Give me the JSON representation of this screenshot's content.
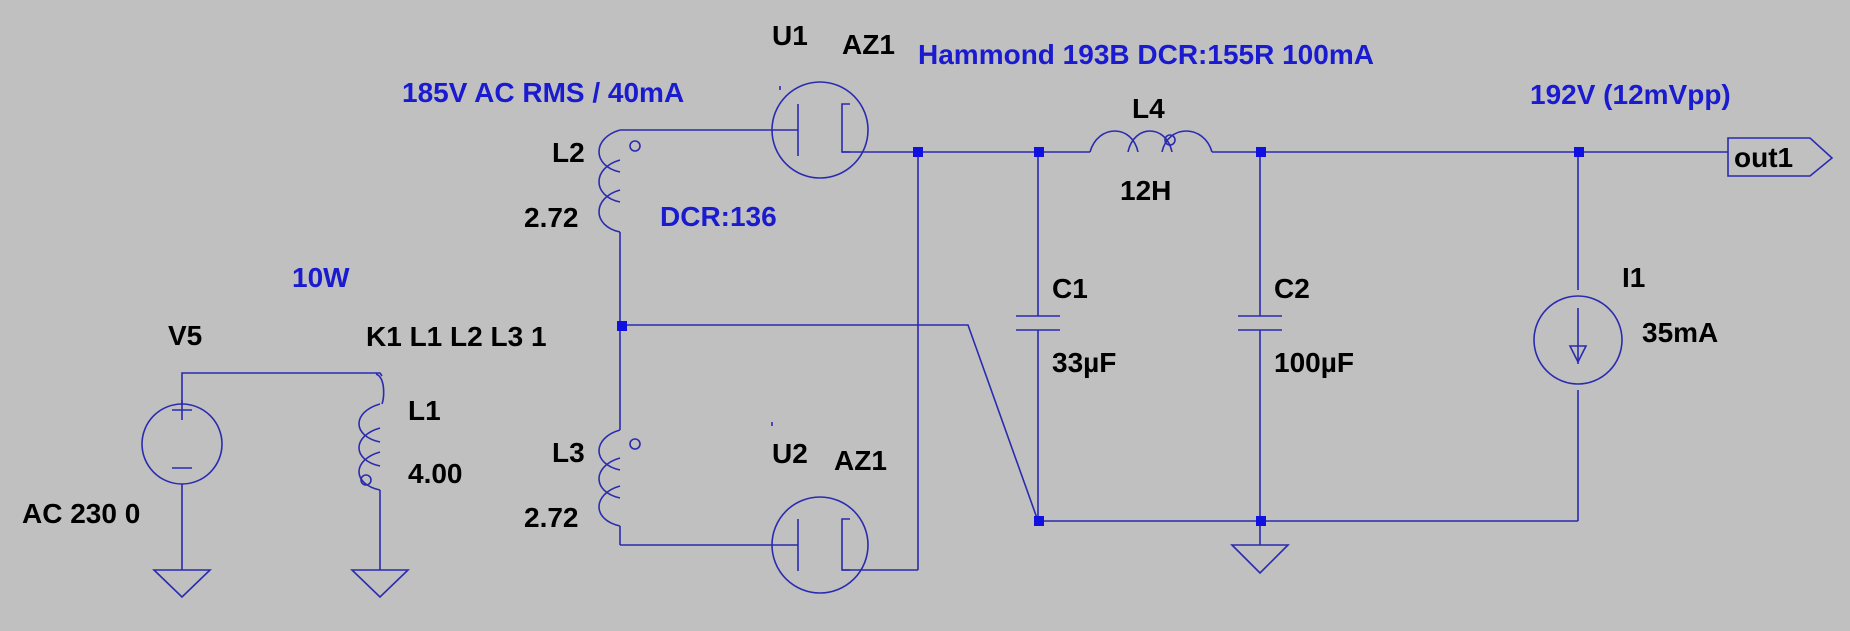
{
  "colors": {
    "background": "#c0c0c0",
    "wire": "#2b2bb0",
    "junction": "#1010e0",
    "annotation": "#1a1ad0",
    "label": "#000000"
  },
  "components": {
    "v5": {
      "name": "V5",
      "value": "AC 230 0",
      "icon": "ac-voltage-source-icon"
    },
    "l1": {
      "name": "L1",
      "value": "4.00",
      "icon": "inductor-icon"
    },
    "l2": {
      "name": "L2",
      "value": "2.72",
      "icon": "inductor-icon"
    },
    "l3": {
      "name": "L3",
      "value": "2.72",
      "icon": "inductor-icon"
    },
    "l4": {
      "name": "L4",
      "value": "12H",
      "icon": "inductor-icon"
    },
    "u1": {
      "name": "U1",
      "value": "AZ1",
      "icon": "vacuum-diode-icon"
    },
    "u2": {
      "name": "U2",
      "value": "AZ1",
      "icon": "vacuum-diode-icon"
    },
    "c1": {
      "name": "C1",
      "value": "33µF",
      "icon": "capacitor-icon"
    },
    "c2": {
      "name": "C2",
      "value": "100µF",
      "icon": "capacitor-icon"
    },
    "i1": {
      "name": "I1",
      "value": "35mA",
      "icon": "current-source-icon"
    }
  },
  "coupling": "K1 L1 L2 L3 1",
  "port": {
    "label": "out1"
  },
  "annotations": {
    "power": "10W",
    "secondary": "185V AC RMS / 40mA",
    "dcr": "DCR:136",
    "choke": "Hammond 193B DCR:155R 100mA",
    "output": "192V (12mVpp)"
  }
}
